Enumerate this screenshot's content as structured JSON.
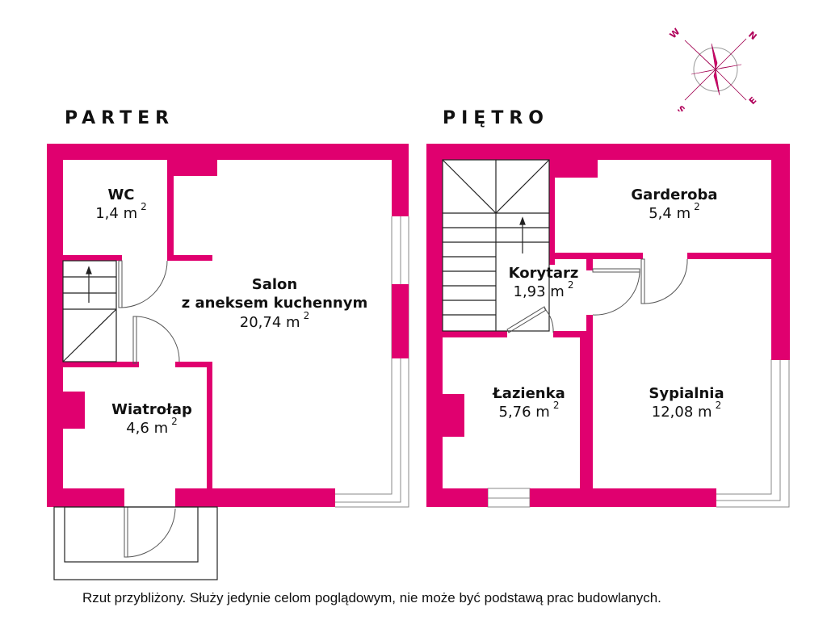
{
  "colors": {
    "wall": "#e0006f",
    "line": "#333333",
    "window": "#888888"
  },
  "compass": {
    "icon": "compass-rose-icon",
    "labels": {
      "n": "N",
      "e": "E",
      "s": "S",
      "w": "W"
    }
  },
  "floors": [
    {
      "title": "PARTER",
      "rooms": [
        {
          "name": "WC",
          "area": "1,4 m",
          "unit_exp": "2"
        },
        {
          "name": "Salon",
          "name2": "z aneksem kuchennym",
          "area": "20,74 m",
          "unit_exp": "2"
        },
        {
          "name": "Wiatrołap",
          "area": "4,6 m",
          "unit_exp": "2"
        }
      ]
    },
    {
      "title": "PIĘTRO",
      "rooms": [
        {
          "name": "Garderoba",
          "area": "5,4 m",
          "unit_exp": "2"
        },
        {
          "name": "Korytarz",
          "area": "1,93 m",
          "unit_exp": "2"
        },
        {
          "name": "Łazienka",
          "area": "5,76 m",
          "unit_exp": "2"
        },
        {
          "name": "Sypialnia",
          "area": "12,08 m",
          "unit_exp": "2"
        }
      ]
    }
  ],
  "disclaimer": "Rzut przybliżony. Służy jedynie celom poglądowym, nie może być podstawą prac budowlanych."
}
